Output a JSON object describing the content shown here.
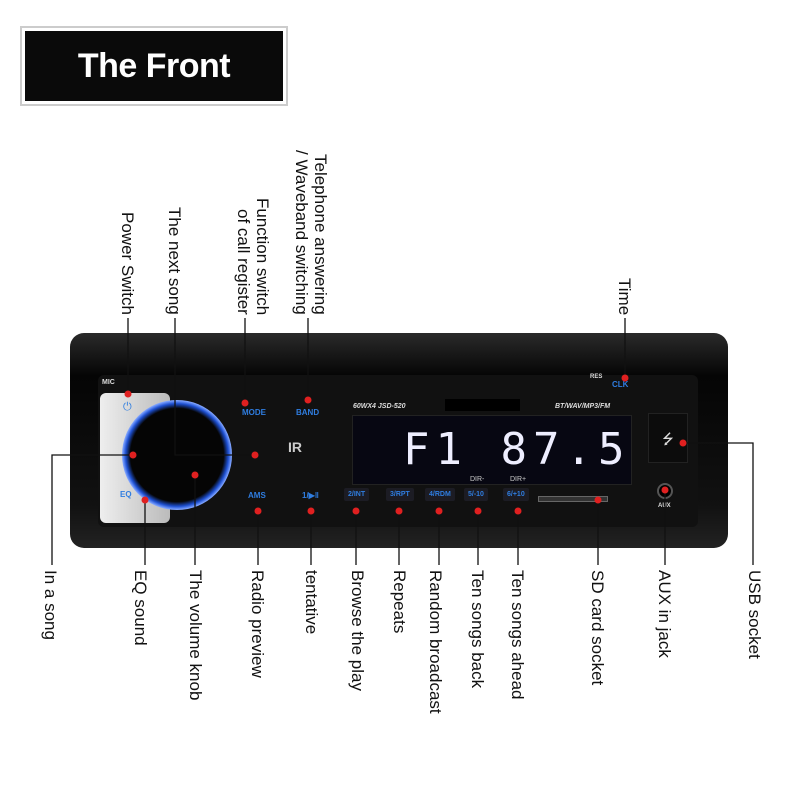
{
  "title": "The Front",
  "top_labels": {
    "power": "Power Switch",
    "next_song": "The next song",
    "function_1": "Function switch",
    "function_2": "of call register",
    "telephone_1": "Telephone answering",
    "telephone_2": "/ Waveband switching",
    "time": "Time"
  },
  "bottom_labels": {
    "in_song": "In a song",
    "eq": "EQ sound",
    "volume": "The volume knob",
    "radio": "Radio preview",
    "tentative": "tentative",
    "browse": "Browse the play",
    "repeats": "Repeats",
    "random": "Random broadcast",
    "back": "Ten songs back",
    "ahead": "Ten songs ahead",
    "sd": "SD card socket",
    "aux": "AUX in jack",
    "usb": "USB socket"
  },
  "device": {
    "mic": "MIC",
    "res": "RES",
    "clk": "CLK",
    "mode": "MODE",
    "band": "BAND",
    "model": "60WX4  JSD-520",
    "formats": "BT/WAV/MP3/FM",
    "display": "F1 87.5",
    "eq": "EQ",
    "ams": "AMS",
    "play": "1/▶‖",
    "b2": "2/INT",
    "b3": "3/RPT",
    "b4": "4/RDM",
    "b5": "5/-10",
    "b6": "6/+10",
    "dir_minus": "DIR-",
    "dir_plus": "DIR+",
    "aux": "AUX",
    "usb_symbol": "⭍",
    "ir": "IR"
  }
}
